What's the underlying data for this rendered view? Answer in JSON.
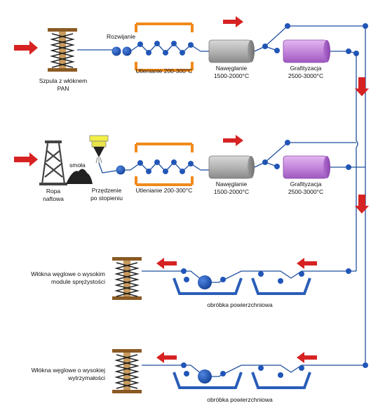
{
  "colors": {
    "line": "#1f4f9e",
    "roller": "#2156b8",
    "arrow": "#d62222",
    "oven": "#f08a1c",
    "carbonizer_light": "#d8d8d8",
    "carbonizer_dark": "#8f8f8f",
    "graphitizer_light": "#d9a9ea",
    "graphitizer_dark": "#a35dc4",
    "bath": "#2a5db8",
    "spool_wood": "#8b5a24",
    "oil_rig": "#444444"
  },
  "row1": {
    "spool_label_1": "Szpula z włóknem",
    "spool_label_2": "PAN",
    "unwinding_label": "Rozwijanie",
    "oxidation_label": "Utlenianie 200-300°C",
    "carbonization_label_1": "Nawęglanie",
    "carbonization_label_2": "1500-2000°C",
    "graphitization_label_1": "Grafityzacja",
    "graphitization_label_2": "2500-3000°C"
  },
  "row2": {
    "oil_label_1": "Ropa",
    "oil_label_2": "naftowa",
    "pitch_label": "smoła",
    "melt_spinning_label_1": "Przędzenie",
    "melt_spinning_label_2": "po stopieniu",
    "oxidation_label": "Utlenianie 200-300°C",
    "carbonization_label_1": "Nawęglanie",
    "carbonization_label_2": "1500-2000°C",
    "graphitization_label_1": "Grafityzacja",
    "graphitization_label_2": "2500-3000°C"
  },
  "row3": {
    "product_label_1": "Włókna węglowe o wysokim",
    "product_label_2": "module sprężystości",
    "surface_treatment_label": "obróbka powierzchniowa"
  },
  "row4": {
    "product_label_1": "Włókna węglowe o wysokiej",
    "product_label_2": "wytrzymałości",
    "surface_treatment_label": "obróbka powierzchniowa"
  }
}
